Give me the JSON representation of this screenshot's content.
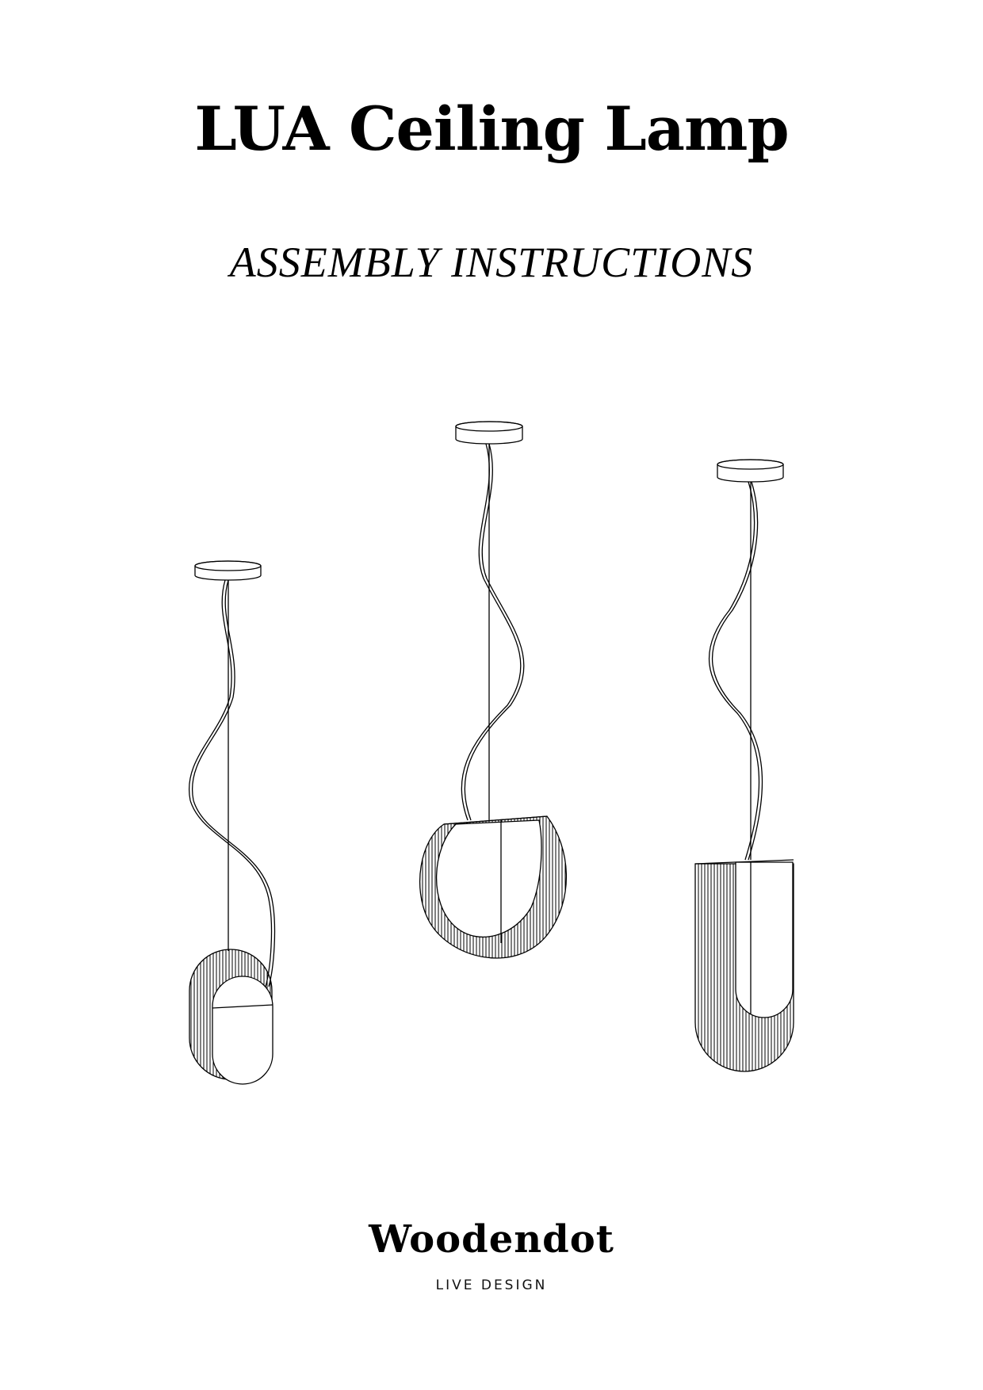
{
  "document": {
    "title": "LUA Ceiling Lamp",
    "subtitle": "ASSEMBLY INSTRUCTIONS"
  },
  "brand": {
    "name": "Woodendot",
    "tagline": "LIVE DESIGN"
  }
}
